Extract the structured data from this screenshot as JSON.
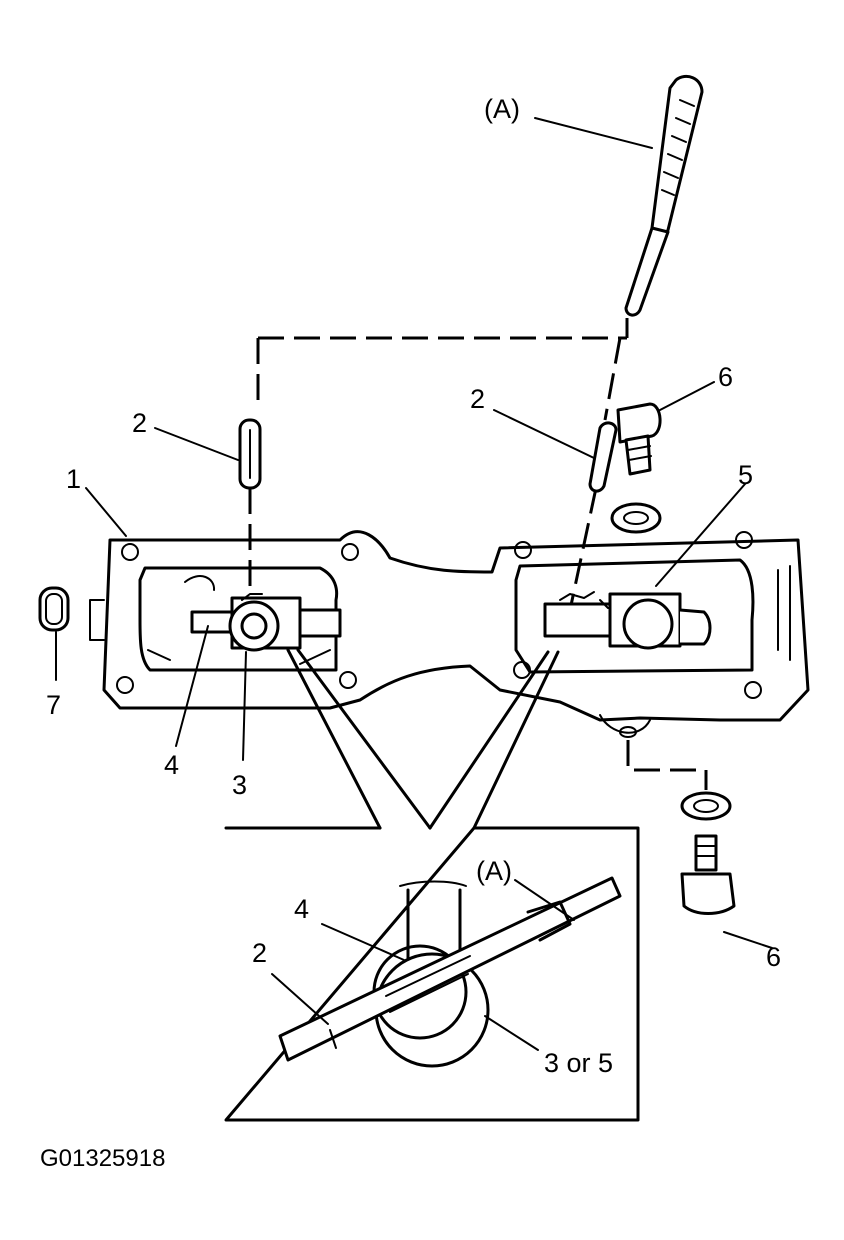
{
  "labels": {
    "a_top": "(A)",
    "a_inset": "(A)",
    "n1": "1",
    "n2_left": "2",
    "n2_right": "2",
    "n2_inset": "2",
    "n3": "3",
    "n4": "4",
    "n4_inset": "4",
    "n5": "5",
    "n6_top": "6",
    "n6_bottom": "6",
    "n7": "7",
    "n3or5": "3 or 5"
  },
  "figure_code": "G01325918"
}
